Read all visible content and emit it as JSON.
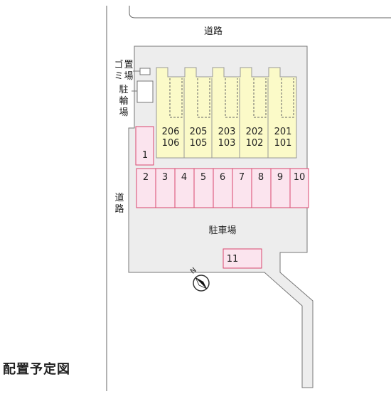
{
  "road_top": "道路",
  "road_left": "道路",
  "garbage_area": "ゴミ置場",
  "bicycle_parking": "駐輪場",
  "parking_lot": "駐車場",
  "north_label": "N",
  "caption": "配置予定図",
  "units": [
    {
      "upper": "206",
      "lower": "106"
    },
    {
      "upper": "205",
      "lower": "105"
    },
    {
      "upper": "203",
      "lower": "103"
    },
    {
      "upper": "202",
      "lower": "102"
    },
    {
      "upper": "201",
      "lower": "101"
    }
  ],
  "parking_spaces": [
    "1",
    "2",
    "3",
    "4",
    "5",
    "6",
    "7",
    "8",
    "9",
    "10",
    "11"
  ],
  "colors": {
    "lot": "#ededed",
    "building": "#fbfac8",
    "parking_fill": "#fbe4ee",
    "parking_stroke": "#d9466e",
    "line": "#777777"
  }
}
